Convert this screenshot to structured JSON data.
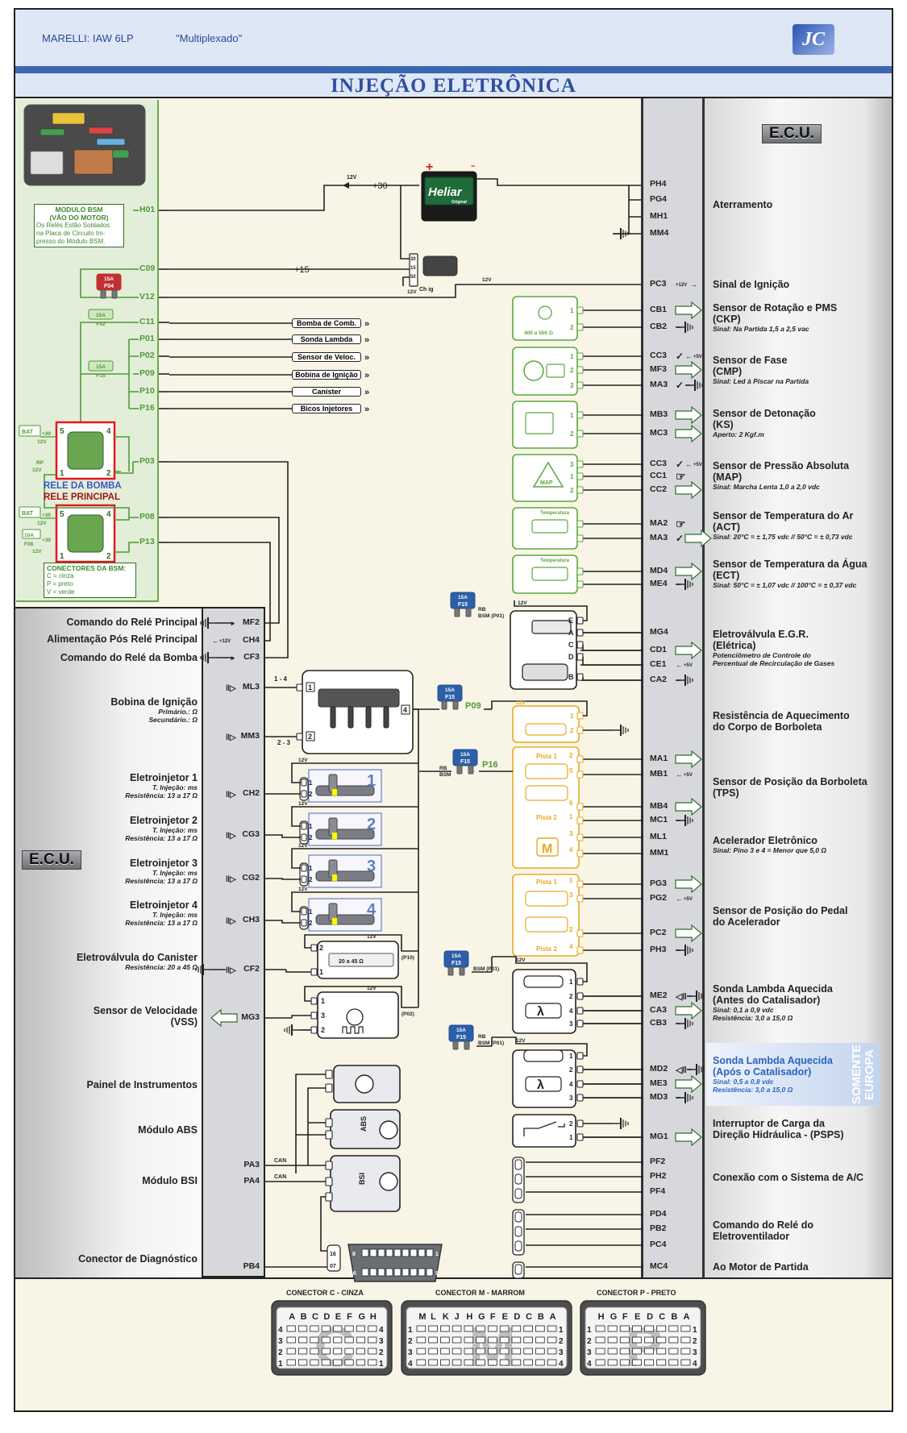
{
  "header": {
    "brand": "MARELLI: IAW 6LP",
    "model": "\"Multiplexado\"",
    "title": "INJEÇÃO ELETRÔNICA",
    "logo": "JC"
  },
  "ecu_badge": "E.C.U.",
  "europe_badge": "SOMENTE EUROPA",
  "colors": {
    "accent_blue": "#3d66b0",
    "title_blue": "#2f4f9f",
    "bsm_green": "#4e9a38",
    "relay_red": "#e01b1b",
    "tps_yellow": "#e9a923",
    "fuse_blue": "#2b5fa8",
    "panel_gray": "#d7d8dc",
    "background": "#f8f5e6"
  },
  "bsm": {
    "module_title": "MODULO BSM",
    "module_subtitle": "(VÃO DO MOTOR)",
    "module_note": [
      "Os Relés Estão Soldados",
      "na Placa de Circuito Im-",
      "presso do Módulo BSM."
    ],
    "pins": [
      "H01",
      "C09",
      "V12",
      "C11",
      "P01",
      "P02",
      "P09",
      "P10",
      "P16",
      "P03",
      "P08",
      "P13"
    ],
    "fuses": [
      {
        "amp": "15A",
        "id": "F04"
      },
      {
        "amp": "15A",
        "id": "F02"
      },
      {
        "amp": "15A",
        "id": "F15"
      },
      {
        "amp": "10A",
        "id": "F08"
      }
    ],
    "relay_pump": "RELE DA BOMBA",
    "relay_main": "RELE PRINCIPAL",
    "relay_pins": [
      "5",
      "4",
      "1",
      "2"
    ],
    "bat": "BAT",
    "plus30": "+30",
    "v12": "12V",
    "rp": "RP",
    "legend_title": "CONECTORES DA BSM:",
    "legend": [
      "C = cinza",
      "P = preto",
      "V = verde"
    ]
  },
  "power": {
    "battery_brand": "Heliar",
    "battery_sub": "Original",
    "plus": "+",
    "minus": "-",
    "plus30": "+30",
    "plus15": "+15",
    "v12": "12V",
    "key_label": "Ch ig",
    "key_pins": [
      "30",
      "15",
      "50"
    ]
  },
  "bsm_outputs": [
    "Bomba de Comb.",
    "Sonda Lambda",
    "Sensor de Veloc.",
    "Bobina de Ignição",
    "Canister",
    "Bicos Injetores"
  ],
  "right_pins": [
    {
      "id": "PH4"
    },
    {
      "id": "PG4"
    },
    {
      "id": "MH1"
    },
    {
      "id": "MM4"
    },
    {
      "id": "PC3",
      "icons": [
        "v12out"
      ]
    },
    {
      "id": "CB1",
      "icons": [
        "arrow"
      ]
    },
    {
      "id": "CB2",
      "icons": [
        "ground"
      ]
    },
    {
      "id": "CC3",
      "icons": [
        "check",
        "v5"
      ]
    },
    {
      "id": "MF3",
      "icons": [
        "arrow"
      ]
    },
    {
      "id": "MA3",
      "icons": [
        "check",
        "ground"
      ]
    },
    {
      "id": "MB3",
      "icons": [
        "arrow"
      ]
    },
    {
      "id": "MC3",
      "icons": [
        "arrow"
      ]
    },
    {
      "id": "CC3",
      "icons": [
        "check",
        "v5"
      ]
    },
    {
      "id": "CC1",
      "icons": [
        "hand"
      ]
    },
    {
      "id": "CC2",
      "icons": [
        "arrow"
      ]
    },
    {
      "id": "MA2",
      "icons": [
        "hand"
      ]
    },
    {
      "id": "MA3",
      "icons": [
        "check",
        "arrow"
      ]
    },
    {
      "id": "MD4",
      "icons": [
        "arrow"
      ]
    },
    {
      "id": "ME4",
      "icons": [
        "ground"
      ]
    },
    {
      "id": "MG4"
    },
    {
      "id": "CD1",
      "icons": [
        "arrow"
      ]
    },
    {
      "id": "CE1",
      "icons": [
        "v5"
      ]
    },
    {
      "id": "CA2",
      "icons": [
        "ground"
      ]
    },
    {
      "id": "MA1",
      "icons": [
        "arrow"
      ]
    },
    {
      "id": "MB1",
      "icons": [
        "v5"
      ]
    },
    {
      "id": "MB4",
      "icons": [
        "arrow"
      ]
    },
    {
      "id": "MC1",
      "icons": [
        "ground"
      ]
    },
    {
      "id": "ML1"
    },
    {
      "id": "MM1"
    },
    {
      "id": "PG3",
      "icons": [
        "arrow"
      ]
    },
    {
      "id": "PG2",
      "icons": [
        "v5"
      ]
    },
    {
      "id": "PC2",
      "icons": [
        "arrow"
      ]
    },
    {
      "id": "PH3",
      "icons": [
        "ground"
      ]
    },
    {
      "id": "ME2",
      "icons": [
        "pwm",
        "ground"
      ]
    },
    {
      "id": "CA3",
      "icons": [
        "arrow"
      ]
    },
    {
      "id": "CB3",
      "icons": [
        "ground"
      ]
    },
    {
      "id": "MD2",
      "icons": [
        "pwm",
        "ground"
      ]
    },
    {
      "id": "ME3",
      "icons": [
        "arrow"
      ]
    },
    {
      "id": "MD3",
      "icons": [
        "ground"
      ]
    },
    {
      "id": "MG1",
      "icons": [
        "arrow"
      ]
    },
    {
      "id": "PF2"
    },
    {
      "id": "PH2"
    },
    {
      "id": "PF4"
    },
    {
      "id": "PD4"
    },
    {
      "id": "PB2"
    },
    {
      "id": "PC4"
    },
    {
      "id": "MC4"
    }
  ],
  "right_labels": [
    {
      "title": [
        "Aterramento"
      ]
    },
    {
      "title": [
        "Sinal de Ignição"
      ]
    },
    {
      "title": [
        "Sensor de Rotação e PMS",
        "(CKP)"
      ],
      "sub": [
        "Sinal: Na Partida 1,5 a 2,5 vac"
      ]
    },
    {
      "title": [
        "Sensor de Fase",
        "(CMP)"
      ],
      "sub": [
        "Sinal: Led à Piscar na Partida"
      ]
    },
    {
      "title": [
        "Sensor de Detonação",
        "(KS)"
      ],
      "sub": [
        "Aperto: 2 Kgf.m"
      ]
    },
    {
      "title": [
        "Sensor de Pressão Absoluta",
        "(MAP)"
      ],
      "sub": [
        "Sinal: Marcha Lenta 1,0 a 2,0 vdc"
      ]
    },
    {
      "title": [
        "Sensor de Temperatura do Ar",
        "(ACT)"
      ],
      "sub": [
        "Sinal: 20°C = ± 1,75 vdc // 50°C = ± 0,73 vdc"
      ]
    },
    {
      "title": [
        "Sensor de Temperatura da Água",
        "(ECT)"
      ],
      "sub": [
        "Sinal: 50°C = ± 1,07 vdc // 100°C = ± 0,37 vdc"
      ]
    },
    {
      "title": [
        "Eletroválvula E.G.R.",
        "(Elétrica)"
      ],
      "sub": [
        "Potenciômetro de Controle do",
        "Percentual de Recirculação de Gases"
      ]
    },
    {
      "title": [
        "Resistência de Aquecimento",
        "do Corpo de Borboleta"
      ]
    },
    {
      "title": [
        "Sensor de Posição da Borboleta",
        "(TPS)"
      ]
    },
    {
      "title": [
        "Acelerador Eletrônico"
      ],
      "sub": [
        "Sinal: Pino 3 e 4 = Menor que 5,0 Ω"
      ]
    },
    {
      "title": [
        "Sensor de Posição do Pedal",
        "do Acelerador"
      ]
    },
    {
      "title": [
        "Sonda Lambda Aquecida",
        "(Antes do Catalisador)"
      ],
      "sub": [
        "Sinal: 0,1 a 0,9 vdc",
        "Resistência: 3,0 a 15,0 Ω"
      ]
    },
    {
      "title": [
        "Sonda Lambda Aquecida",
        "(Após o Catalisador)"
      ],
      "sub": [
        "Sinal: 0,5 a 0,8 vdc",
        "Resistência: 3,0 a 15,0 Ω"
      ],
      "highlight": true
    },
    {
      "title": [
        "Interruptor de Carga da",
        "Direção Hidráulica - (PSPS)"
      ]
    },
    {
      "title": [
        "Conexão com o Sistema de A/C"
      ]
    },
    {
      "title": [
        "Comando do Relé do",
        "Eletroventilador"
      ]
    },
    {
      "title": [
        "Ao Motor de Partida"
      ]
    }
  ],
  "left_pins": [
    {
      "id": "MF2",
      "icons": [
        "groundout"
      ]
    },
    {
      "id": "CH4",
      "icons": [
        "v12in"
      ]
    },
    {
      "id": "CF3",
      "icons": [
        "groundout"
      ]
    },
    {
      "id": "ML3",
      "icons": [
        "pulse"
      ]
    },
    {
      "id": "MM3",
      "icons": [
        "pulse"
      ]
    },
    {
      "id": "CH2",
      "icons": [
        "pulse"
      ]
    },
    {
      "id": "CG3",
      "icons": [
        "pulse"
      ]
    },
    {
      "id": "CG2",
      "icons": [
        "pulse"
      ]
    },
    {
      "id": "CH3",
      "icons": [
        "pulse"
      ]
    },
    {
      "id": "CF2",
      "icons": [
        "groundpulse"
      ]
    },
    {
      "id": "MG3",
      "icons": [
        "arrowleft"
      ]
    },
    {
      "id": "PA3"
    },
    {
      "id": "PA4"
    },
    {
      "id": "PB4"
    }
  ],
  "left_labels": [
    {
      "title": [
        "Comando do Relé Principal"
      ]
    },
    {
      "title": [
        "Alimentação Pós Relé Principal"
      ]
    },
    {
      "title": [
        "Comando do Relé da Bomba"
      ]
    },
    {
      "title": [
        "Bobina de Ignição"
      ],
      "sub": [
        "Primário.: Ω",
        "Secundário.: Ω"
      ]
    },
    {
      "title": [
        "Eletroinjetor 1"
      ],
      "sub": [
        "T. Injeção: ms",
        "Resistência: 13 a 17 Ω"
      ]
    },
    {
      "title": [
        "Eletroinjetor 2"
      ],
      "sub": [
        "T. Injeção: ms",
        "Resistência: 13 a 17 Ω"
      ]
    },
    {
      "title": [
        "Eletroinjetor 3"
      ],
      "sub": [
        "T. Injeção: ms",
        "Resistência: 13 a 17 Ω"
      ]
    },
    {
      "title": [
        "Eletroinjetor 4"
      ],
      "sub": [
        "T. Injeção: ms",
        "Resistência: 13 a 17 Ω"
      ]
    },
    {
      "title": [
        "Eletroválvula do Canister"
      ],
      "sub": [
        "Resistência: 20 a 45 Ω"
      ]
    },
    {
      "title": [
        "Sensor de Velocidade",
        "(VSS)"
      ]
    },
    {
      "title": [
        "Painel de Instrumentos"
      ]
    },
    {
      "title": [
        "Módulo ABS"
      ]
    },
    {
      "title": [
        "Módulo BSI"
      ]
    },
    {
      "title": [
        "Conector de Diagnóstico"
      ]
    }
  ],
  "components": {
    "ckp_res": "400 a 550 Ω",
    "map": "MAP",
    "temp": "Temperatura",
    "egr_pins": [
      "E",
      "A",
      "C",
      "D",
      "B"
    ],
    "pista1": "Pista 1",
    "pista2": "Pista 2",
    "motor": "M",
    "tps_pins": [
      "2",
      "5",
      "6",
      "1",
      "3",
      "4"
    ],
    "pedal_pins": [
      "1",
      "3",
      "2",
      "4"
    ],
    "lambda_pins": [
      "1",
      "2",
      "4",
      "3"
    ],
    "psps_pins": [
      "2",
      "1"
    ],
    "coil_pins": [
      "1",
      "2",
      "4"
    ],
    "coil_groups": [
      "1 - 4",
      "2 - 3"
    ],
    "injectors": [
      "1",
      "2",
      "3",
      "4"
    ],
    "injector_pins": [
      "1",
      "2"
    ],
    "canister_res": "20 a 45 Ω",
    "canister_pins": [
      "2",
      "1"
    ],
    "vss_pins": [
      "1",
      "3",
      "2"
    ],
    "p10": "(P10)",
    "p02": "(P02)",
    "rb": "RB",
    "bsm_p01": "BSM (P01)",
    "bsm": "BSM",
    "p09": "P09",
    "p16": "P16",
    "can": "CAN",
    "abs": "ABS",
    "bsi": "BSI",
    "obd_pins": [
      "8",
      "1",
      "16",
      "9"
    ],
    "diag_pins": [
      "16",
      "07"
    ],
    "fuse_amp": "15A",
    "fuse_id": "F15",
    "v12": "12V",
    "v5": "+5V",
    "v12plus": "+12V",
    "lambda": "λ"
  },
  "connectors": [
    {
      "title": "CONECTOR C - CINZA",
      "letter": "C",
      "cols": [
        "A",
        "B",
        "C",
        "D",
        "E",
        "F",
        "G",
        "H"
      ],
      "rows": [
        "4",
        "3",
        "2",
        "1"
      ]
    },
    {
      "title": "CONECTOR M - MARROM",
      "letter": "M",
      "cols": [
        "M",
        "L",
        "K",
        "J",
        "H",
        "G",
        "F",
        "E",
        "D",
        "C",
        "B",
        "A"
      ],
      "rows": [
        "1",
        "2",
        "3",
        "4"
      ]
    },
    {
      "title": "CONECTOR P - PRETO",
      "letter": "P",
      "cols": [
        "H",
        "G",
        "F",
        "E",
        "D",
        "C",
        "B",
        "A"
      ],
      "rows": [
        "1",
        "2",
        "3",
        "4"
      ]
    }
  ]
}
